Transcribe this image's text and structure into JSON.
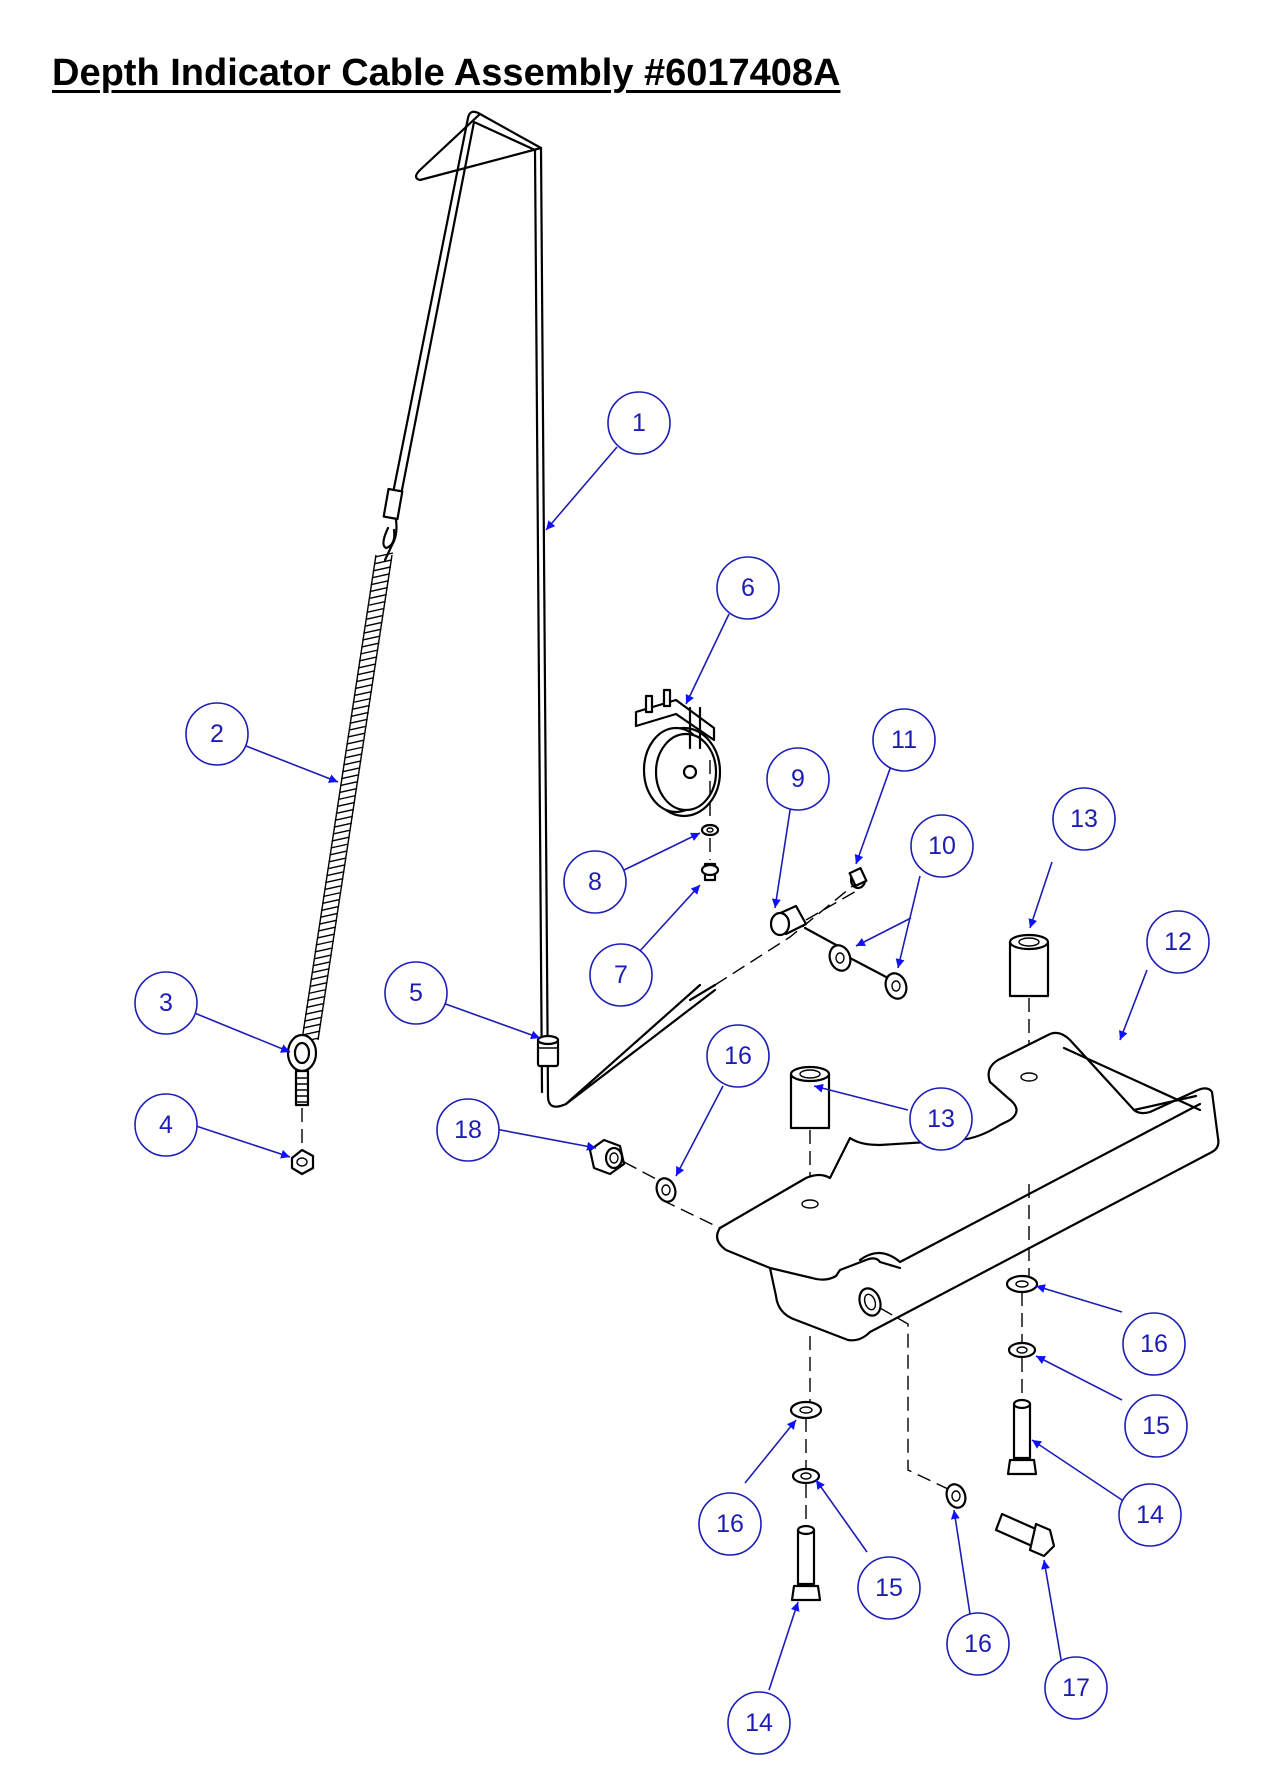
{
  "title": "Depth Indicator Cable Assembly #6017408A",
  "colors": {
    "callout": "#1d1db5",
    "arrow": "#1010ff",
    "line": "#000000"
  },
  "callouts": [
    {
      "id": "c1",
      "label": "1"
    },
    {
      "id": "c2",
      "label": "2"
    },
    {
      "id": "c3",
      "label": "3"
    },
    {
      "id": "c4",
      "label": "4"
    },
    {
      "id": "c5",
      "label": "5"
    },
    {
      "id": "c6",
      "label": "6"
    },
    {
      "id": "c7",
      "label": "7"
    },
    {
      "id": "c8",
      "label": "8"
    },
    {
      "id": "c9",
      "label": "9"
    },
    {
      "id": "c10",
      "label": "10"
    },
    {
      "id": "c11",
      "label": "11"
    },
    {
      "id": "c12",
      "label": "12"
    },
    {
      "id": "c13a",
      "label": "13"
    },
    {
      "id": "c13b",
      "label": "13"
    },
    {
      "id": "c14a",
      "label": "14"
    },
    {
      "id": "c14b",
      "label": "14"
    },
    {
      "id": "c15a",
      "label": "15"
    },
    {
      "id": "c15b",
      "label": "15"
    },
    {
      "id": "c16a",
      "label": "16"
    },
    {
      "id": "c16b",
      "label": "16"
    },
    {
      "id": "c16c",
      "label": "16"
    },
    {
      "id": "c16d",
      "label": "16"
    },
    {
      "id": "c17",
      "label": "17"
    },
    {
      "id": "c18",
      "label": "18"
    }
  ]
}
